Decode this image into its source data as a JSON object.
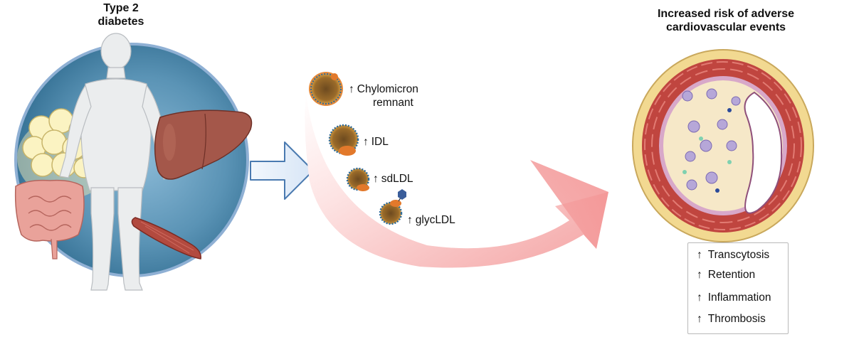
{
  "left_panel": {
    "title_line1": "Type 2",
    "title_line2": "diabetes"
  },
  "right_panel": {
    "title_line1": "Increased risk of adverse",
    "title_line2": "cardiovascular events"
  },
  "lipoproteins": [
    {
      "arrow": "↑",
      "line1": "Chylomicron",
      "line2": "remnant"
    },
    {
      "arrow": "↑",
      "line1": "IDL"
    },
    {
      "arrow": "↑",
      "line1": "sdLDL"
    },
    {
      "arrow": "↑",
      "line1": "glycLDL"
    }
  ],
  "effects": [
    {
      "arrow": "↑",
      "label": "Transcytosis"
    },
    {
      "arrow": "↑",
      "label": "Retention"
    },
    {
      "arrow": "↑",
      "label": "Inflammation"
    },
    {
      "arrow": "↑",
      "label": "Thrombosis"
    }
  ],
  "colors": {
    "disc": "#3f7fa3",
    "skin": "#e9ebec",
    "arrow_pink": "#f59a9a",
    "outline_arrow": "#4a7ab0",
    "vessel_wall": "#d8564e",
    "adventitia": "#f3d98e"
  }
}
